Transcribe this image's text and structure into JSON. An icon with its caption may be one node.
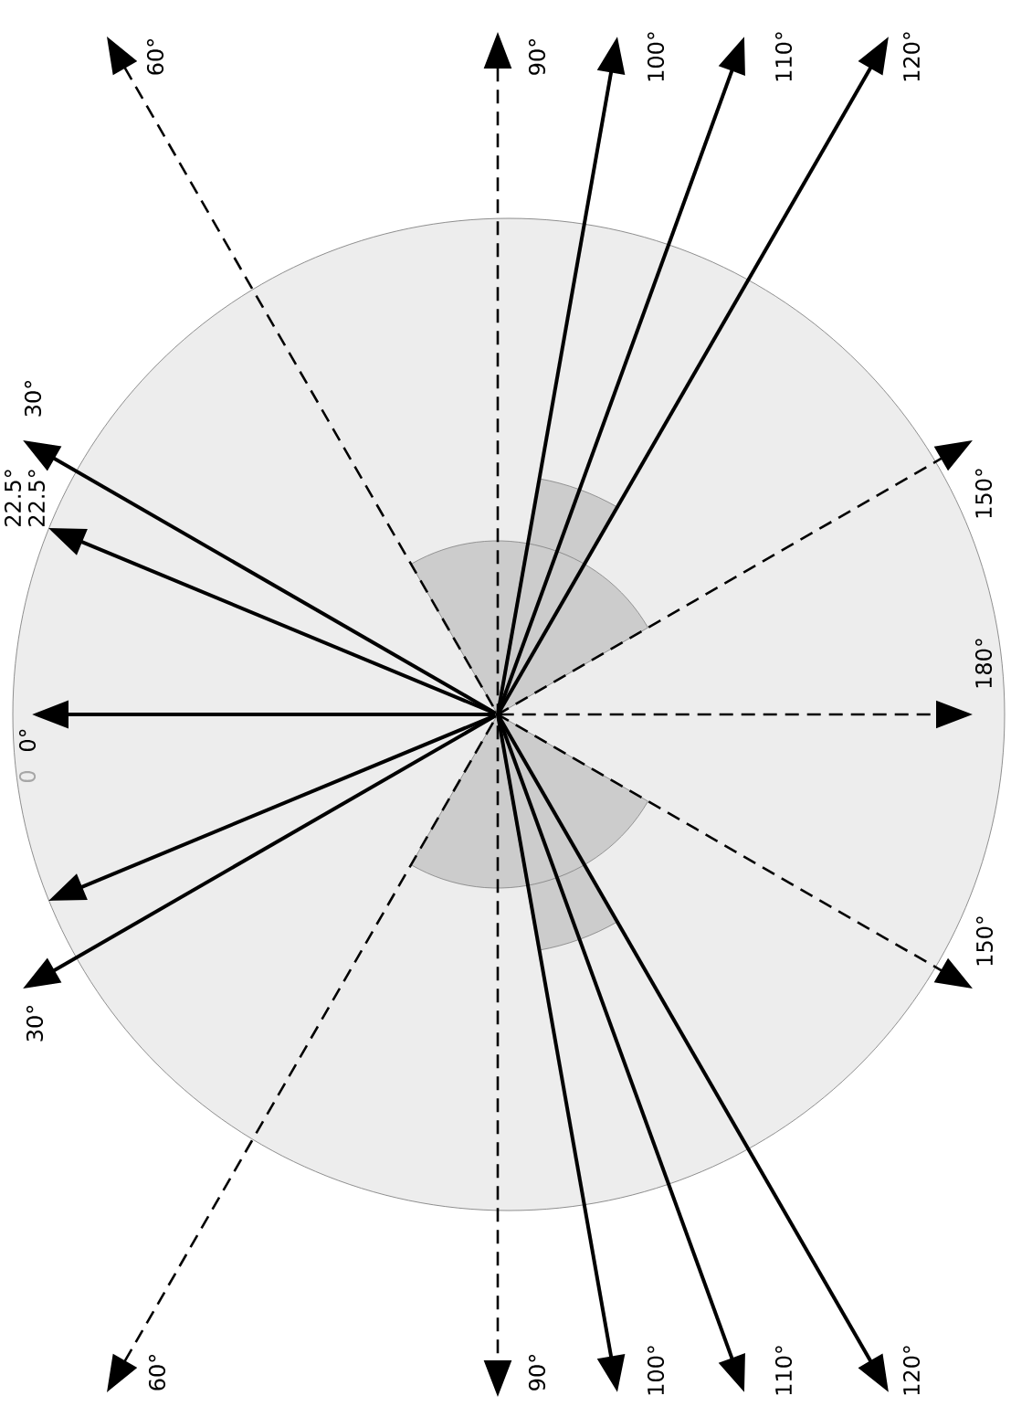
{
  "diagram": {
    "nodes": [
      {
        "text": [],
        "shape": "point"
      },
      {
        "text": [
          "60°"
        ]
      },
      {
        "text": [
          "90°"
        ]
      },
      {
        "text": [
          "100°"
        ]
      },
      {
        "text": [
          "110°"
        ]
      },
      {
        "text": [
          "120°"
        ]
      },
      {
        "text": [
          "30°"
        ]
      },
      {
        "text": [
          "22.5°"
        ]
      },
      {
        "text": [
          "0°"
        ]
      },
      {
        "text": [
          "30°"
        ]
      },
      {
        "text": [
          "150°"
        ]
      },
      {
        "text": [
          "180°"
        ]
      },
      {
        "text": [
          "150°"
        ]
      },
      {
        "text": [
          "60°"
        ]
      },
      {
        "text": [
          "90°"
        ]
      },
      {
        "text": [
          "100°"
        ]
      },
      {
        "text": [
          "110°"
        ]
      },
      {
        "text": [
          "120°"
        ]
      }
    ],
    "edges": [
      {
        "from": 2,
        "to": 14,
        "arrow": "both",
        "style": "dashed"
      },
      {
        "from": 1,
        "to": 12,
        "arrow": "both",
        "style": "dashed"
      },
      {
        "from": 13,
        "to": 10,
        "arrow": "both",
        "style": "dashed"
      },
      {
        "from": 0,
        "to": 11,
        "arrow": "to",
        "style": "dashed"
      },
      {
        "from": 0,
        "to": 8,
        "arrow": "to"
      },
      {
        "from": 0,
        "to": 6,
        "arrow": "to"
      },
      {
        "from": 0,
        "to": 7,
        "arrow": "to"
      },
      {
        "from": 0,
        "to": null,
        "arrow": "to"
      },
      {
        "from": 0,
        "to": 9,
        "arrow": "to"
      },
      {
        "from": 0,
        "to": 3,
        "arrow": "to"
      },
      {
        "from": 0,
        "to": 4,
        "arrow": "to"
      },
      {
        "from": 0,
        "to": 5,
        "arrow": "to"
      },
      {
        "from": 0,
        "to": 15,
        "arrow": "to"
      },
      {
        "from": 0,
        "to": 16,
        "arrow": "to"
      },
      {
        "from": 0,
        "to": 17,
        "arrow": "to"
      }
    ],
    "labels": [
      "22.5°",
      "0"
    ]
  }
}
